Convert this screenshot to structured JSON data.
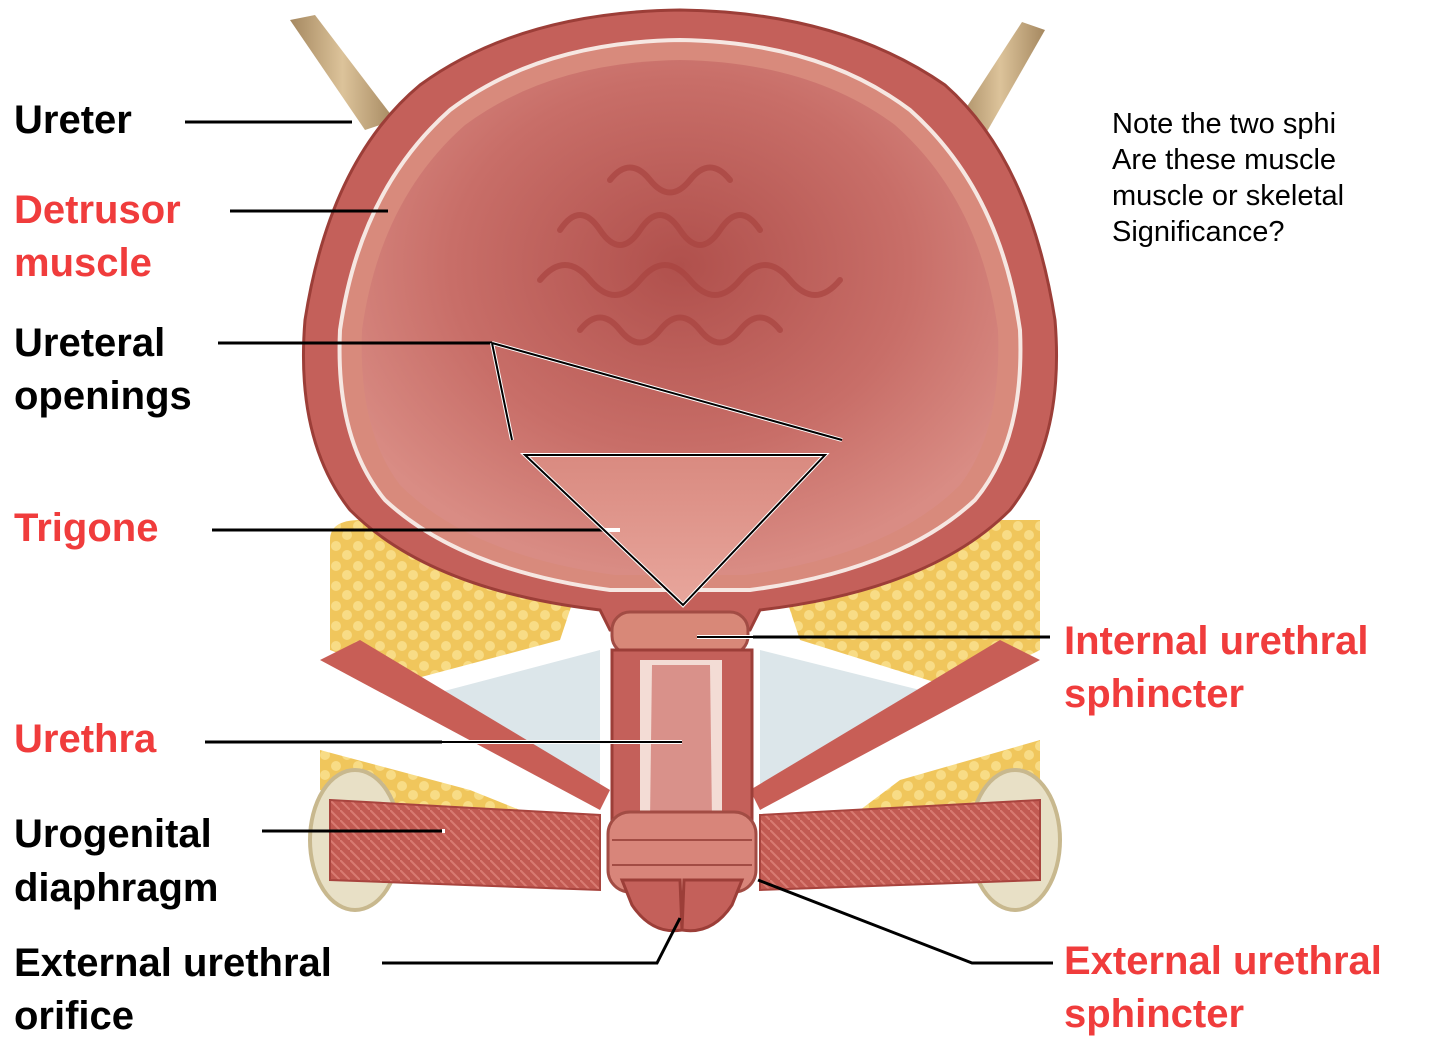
{
  "colors": {
    "black_label": "#000000",
    "red_label": "#f03c3c",
    "leader": "#000000",
    "leader_on_image": "#ffffff",
    "bladder_wall": "#c4605a",
    "bladder_lumen": "#cf7e76",
    "fat": "#f2cf6a",
    "ureter": "#c9a77c",
    "bone": "#e9e1c9",
    "membrane": "#dfe8ec"
  },
  "labels": {
    "ureter": "Ureter",
    "detrusor_1": "Detrusor",
    "detrusor_2": "muscle",
    "ureteral_1": "Ureteral",
    "ureteral_2": "openings",
    "trigone": "Trigone",
    "urethra": "Urethra",
    "urogenital_1": "Urogenital",
    "urogenital_2": "diaphragm",
    "ext_orifice_1": "External urethral",
    "ext_orifice_2": "orifice",
    "int_sphincter_1": "Internal urethral",
    "int_sphincter_2": "sphincter",
    "ext_sphincter_1": "External urethral",
    "ext_sphincter_2": "sphincter"
  },
  "note": {
    "line1": "Note  the two sphi",
    "line2": "Are these  muscle",
    "line3": "muscle or skeletal",
    "line4": "Significance?"
  }
}
